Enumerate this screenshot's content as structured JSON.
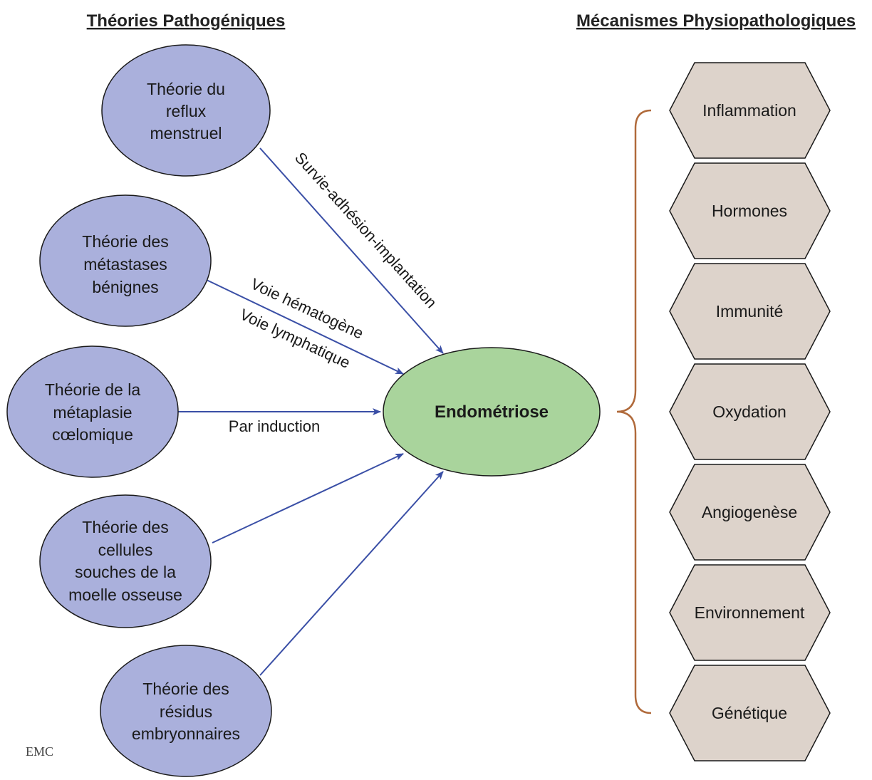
{
  "headings": {
    "left": "Théories Pathogéniques",
    "right": "Mécanismes Physiopathologiques"
  },
  "theories": [
    {
      "lines": [
        "Théorie du",
        "reflux",
        "menstruel"
      ]
    },
    {
      "lines": [
        "Théorie des",
        "métastases",
        "bénignes"
      ]
    },
    {
      "lines": [
        "Théorie de la",
        "métaplasie",
        "cœlomique"
      ]
    },
    {
      "lines": [
        "Théorie des",
        "cellules",
        "souches de la",
        "moelle osseuse"
      ]
    },
    {
      "lines": [
        "Théorie des",
        "résidus",
        "embryonnaires"
      ]
    }
  ],
  "center": {
    "label": "Endométriose"
  },
  "edge_labels": {
    "reflux": "Survie-adhésion-implantation",
    "hematogene": "Voie hématogène",
    "lymphatique": "Voie lymphatique",
    "induction": "Par induction"
  },
  "mechanisms": [
    "Inflammation",
    "Hormones",
    "Immunité",
    "Oxydation",
    "Angiogenèse",
    "Environnement",
    "Génétique"
  ],
  "logo": "EMC",
  "colors": {
    "theory_fill": "#aab0dc",
    "center_fill": "#a9d49c",
    "hex_fill": "#ddd3cb",
    "arrow": "#3a4fa6",
    "brace": "#b06a3b"
  }
}
